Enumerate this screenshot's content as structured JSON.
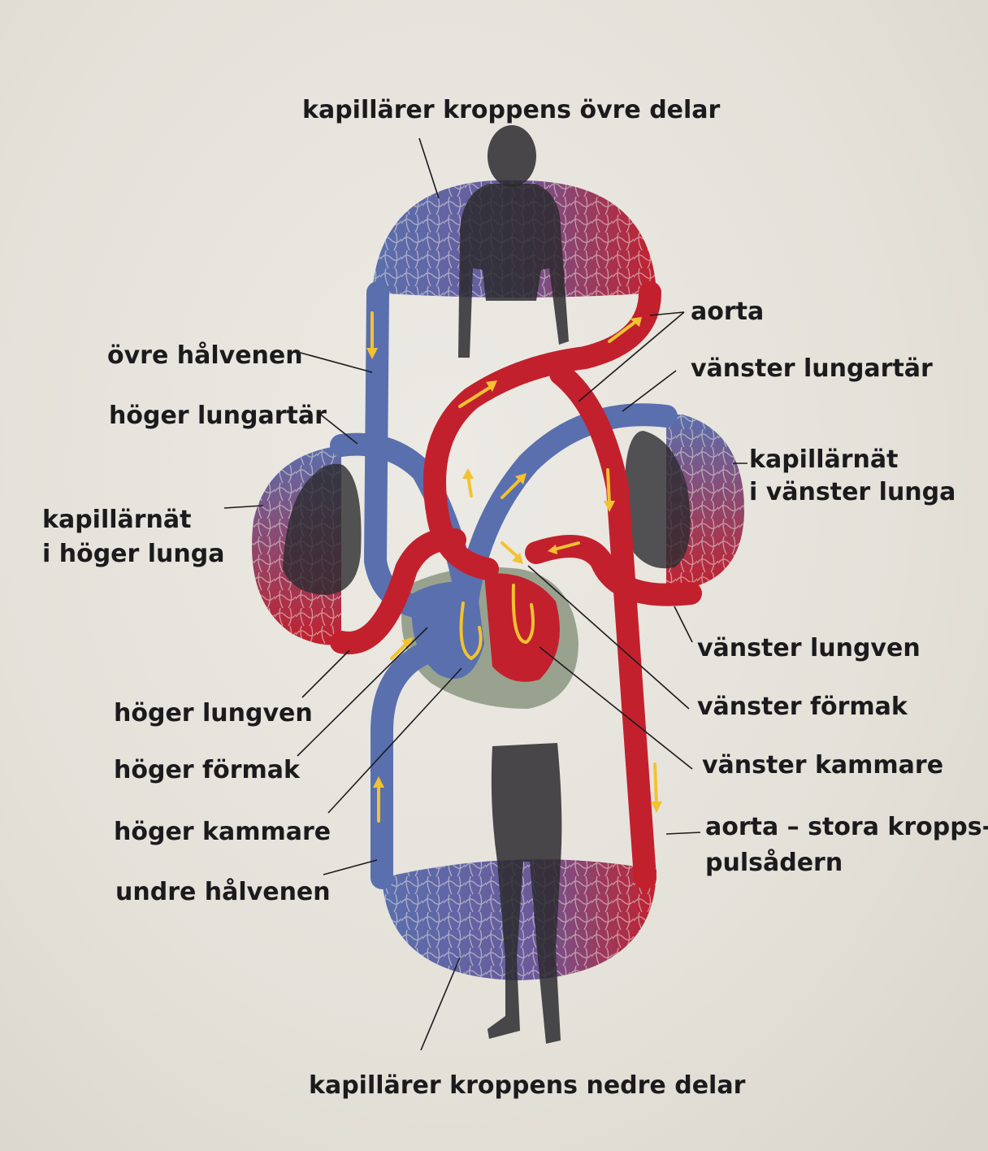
{
  "labels": {
    "upper_body_capillaries": "kapillärer kroppens övre delar",
    "lower_body_capillaries": "kapillärer kroppens nedre delar",
    "superior_vena_cava": "övre hålvenen",
    "right_pulmonary_artery": "höger lungartär",
    "right_lung_capillaries_line1": "kapillärnät",
    "right_lung_capillaries_line2": "i höger lunga",
    "right_pulmonary_vein": "höger lungven",
    "right_atrium": "höger förmak",
    "right_ventricle": "höger kammare",
    "inferior_vena_cava": "undre hålvenen",
    "aorta": "aorta",
    "left_pulmonary_artery": "vänster lungartär",
    "left_lung_capillaries_line1": "kapillärnät",
    "left_lung_capillaries_line2": "i vänster lunga",
    "left_pulmonary_vein": "vänster lungven",
    "left_atrium": "vänster förmak",
    "left_ventricle": "vänster kammare",
    "descending_aorta_line1": "aorta – stora kropps-",
    "descending_aorta_line2": "pulsådern"
  },
  "colors": {
    "background": "#e6e3dc",
    "oxygen_poor_blood": "#5a6fae",
    "oxygen_rich_blood": "#c3202d",
    "silhouette": "#2b2a2e",
    "heart_outline": "#8f9a86",
    "flow_arrow": "#f2c230",
    "label_text": "#1b1b1d"
  },
  "icons": {
    "flow_arrow": "yellow-arrow-icon",
    "body": "human-silhouette-icon",
    "lung": "lung-icon"
  }
}
